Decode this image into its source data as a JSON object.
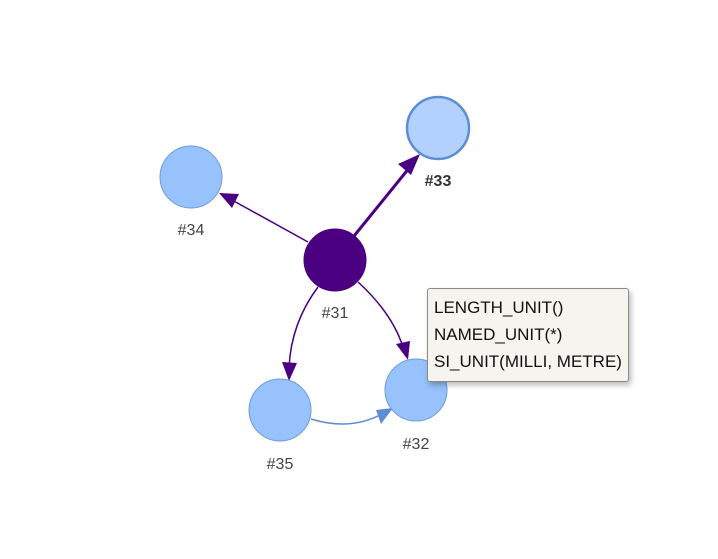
{
  "graph": {
    "nodes": [
      {
        "id": "31",
        "label": "#31",
        "fill": "#4b0082",
        "stroke": "#4b0082",
        "bold": false
      },
      {
        "id": "32",
        "label": "#32",
        "fill": "#97c2fc",
        "stroke": "#6a9bd8",
        "bold": false
      },
      {
        "id": "33",
        "label": "#33",
        "fill": "#b3d1ff",
        "stroke": "#5f8dd3",
        "bold": true
      },
      {
        "id": "34",
        "label": "#34",
        "fill": "#97c2fc",
        "stroke": "#6a9bd8",
        "bold": false
      },
      {
        "id": "35",
        "label": "#35",
        "fill": "#97c2fc",
        "stroke": "#6a9bd8",
        "bold": false
      }
    ],
    "edges": [
      {
        "from": "31",
        "to": "33",
        "color": "#4b0082"
      },
      {
        "from": "31",
        "to": "34",
        "color": "#4b0082"
      },
      {
        "from": "31",
        "to": "35",
        "color": "#4b0082"
      },
      {
        "from": "31",
        "to": "32",
        "color": "#4b0082"
      },
      {
        "from": "35",
        "to": "32",
        "color": "#5f8dd3"
      }
    ]
  },
  "tooltip": {
    "lines": [
      "LENGTH_UNIT()",
      "NAMED_UNIT(*)",
      "SI_UNIT(MILLI, METRE)"
    ]
  }
}
